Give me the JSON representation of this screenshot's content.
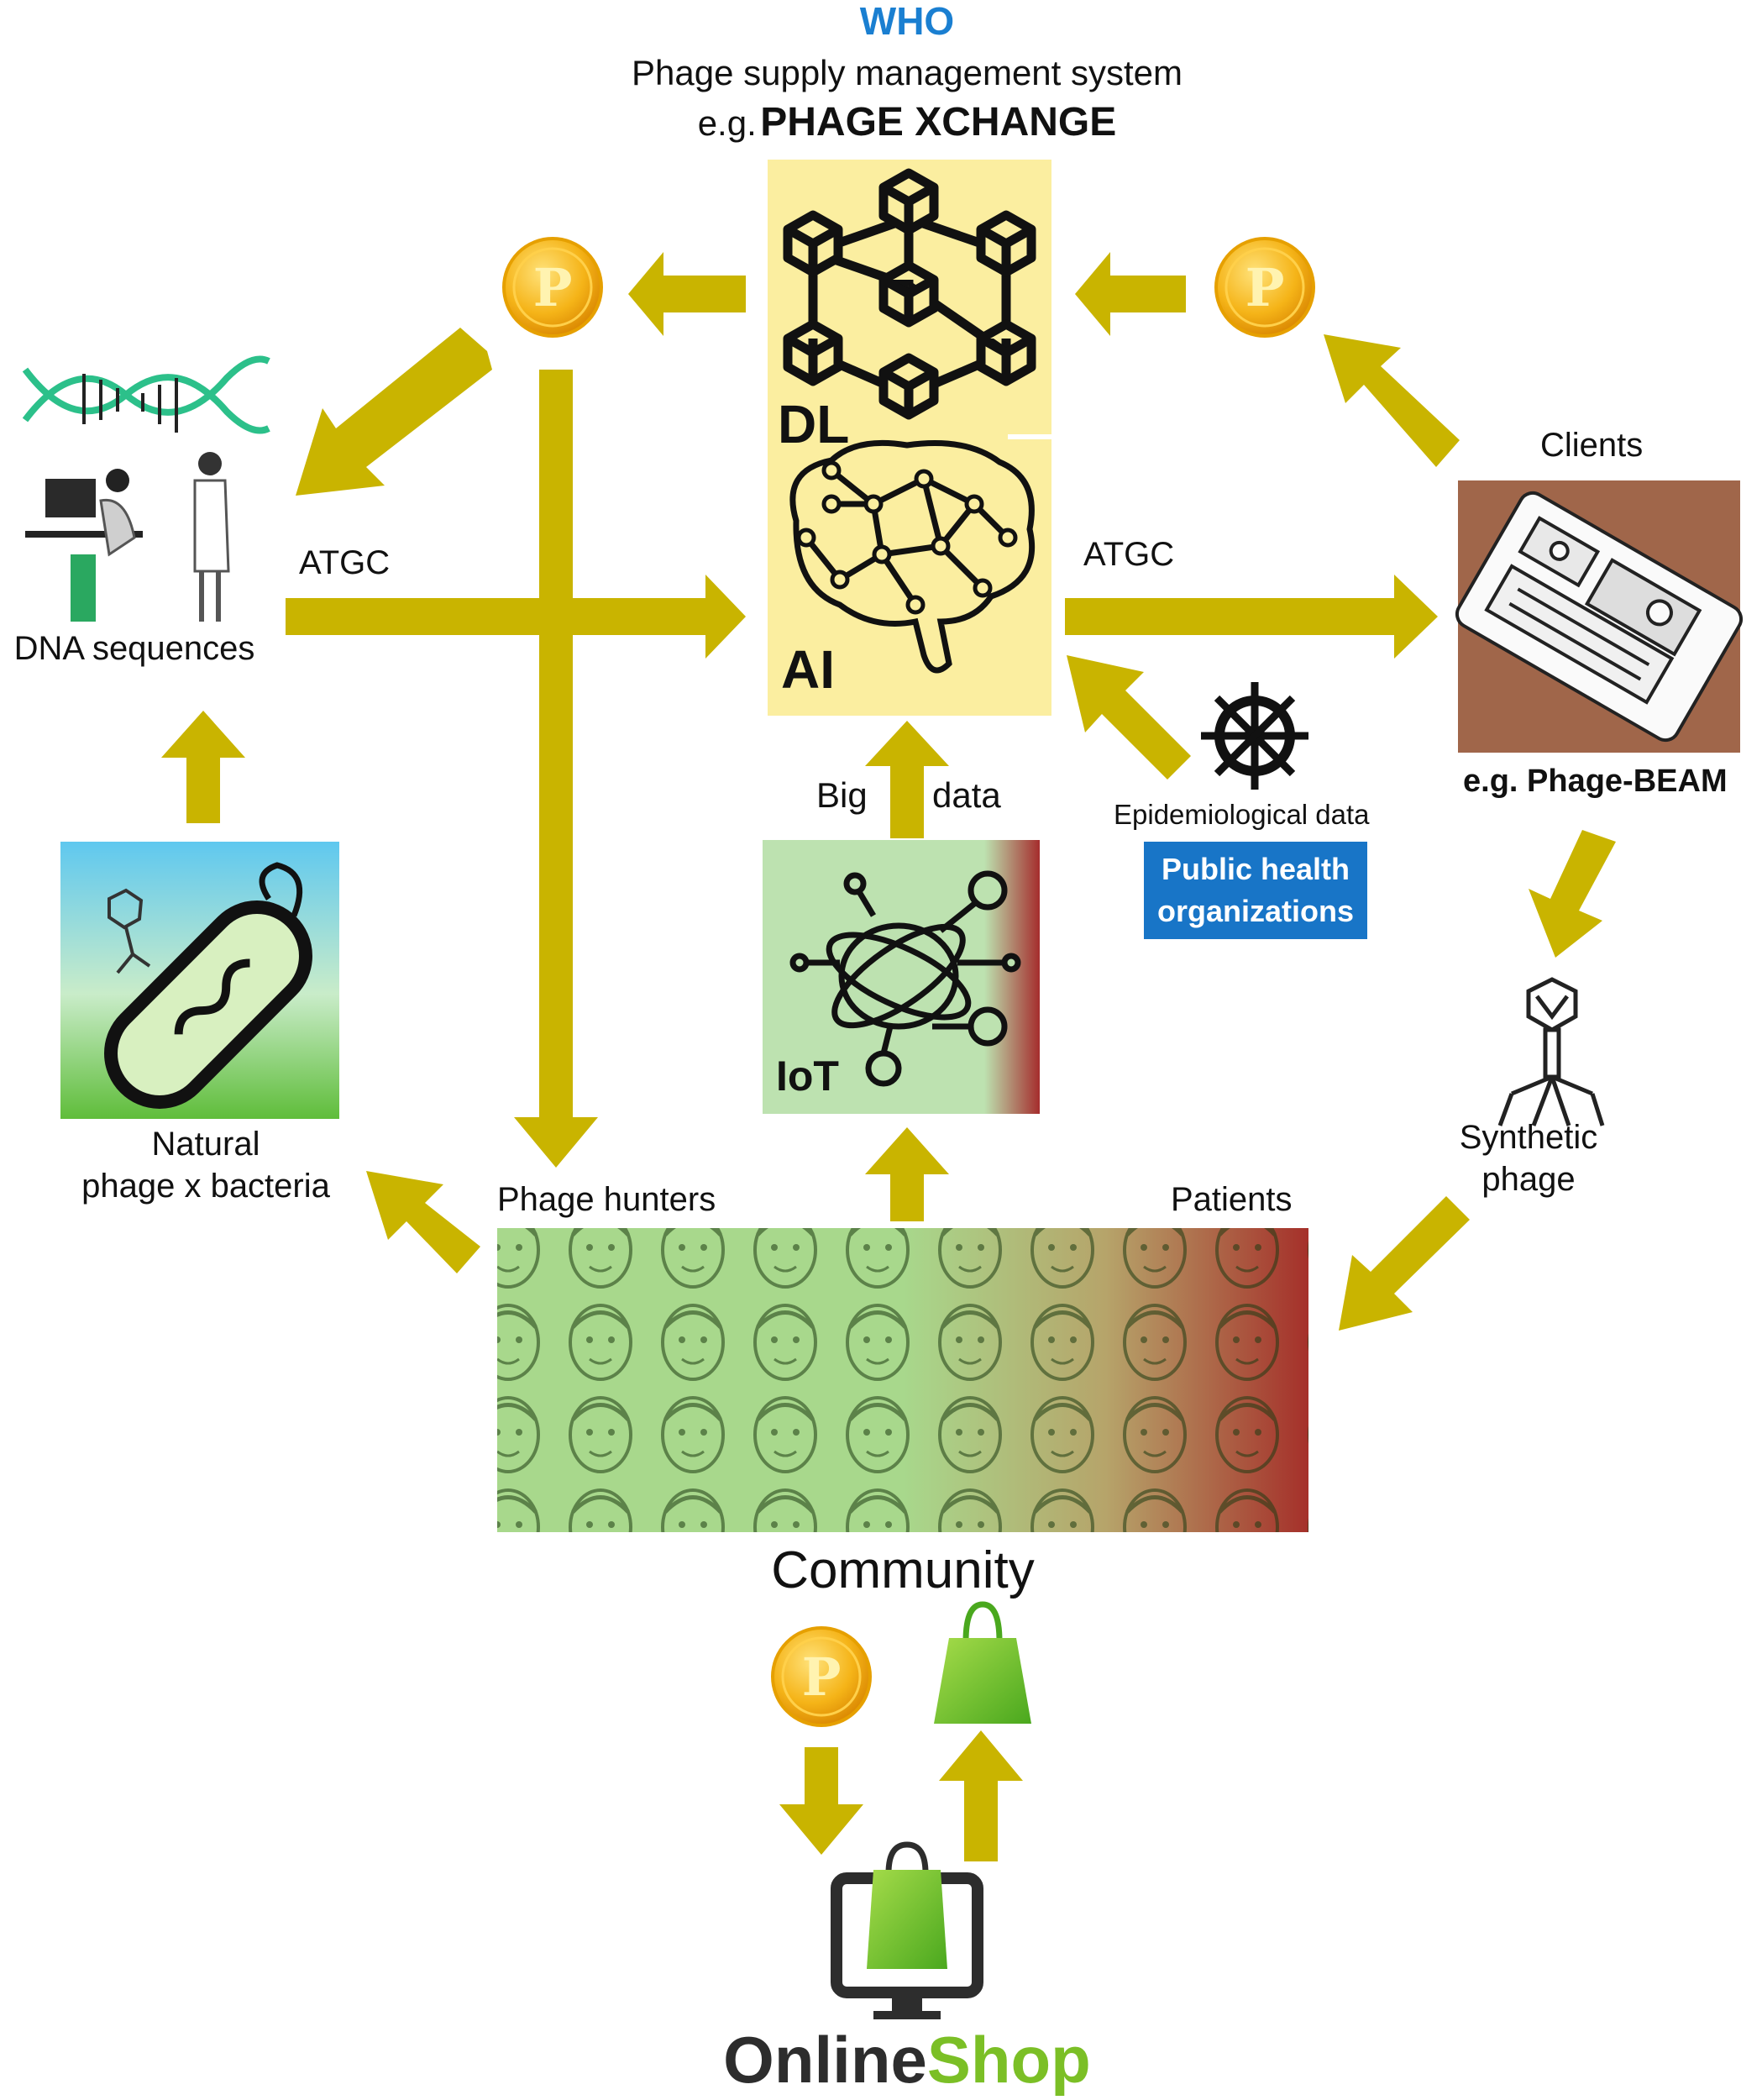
{
  "header": {
    "org": "WHO",
    "system_line": "Phage supply management system",
    "example_prefix": "e.g.",
    "example_name": "PHAGE XCHANGE"
  },
  "center": {
    "dl_label": "DL",
    "ai_label": "AI",
    "iot_label": "IoT",
    "big_data_left": "Big",
    "big_data_right": "data"
  },
  "left": {
    "dna_label": "DNA sequences",
    "atgc": "ATGC",
    "natural_line1": "Natural",
    "natural_line2": "phage x bacteria"
  },
  "right": {
    "atgc": "ATGC",
    "clients": "Clients",
    "device_label": "e.g. Phage-BEAM",
    "synthetic_line1": "Synthetic",
    "synthetic_line2": "phage"
  },
  "public_health": {
    "epi_label": "Epidemiological data",
    "badge_line1": "Public health",
    "badge_line2": "organizations"
  },
  "community": {
    "phage_hunters": "Phage hunters",
    "patients": "Patients",
    "title": "Community"
  },
  "shop": {
    "word1": "Online",
    "word2": "Shop"
  },
  "token_symbol": "P",
  "colors": {
    "arrow": "#c9b400",
    "dl_ai_panel": "#fbeea0",
    "who_blue": "#1a7fd1",
    "badge_blue": "#1875c7",
    "device_bg": "#a0664a",
    "community_green": "#a6d68a",
    "community_red": "#a33a2c",
    "shop_green": "#7bbf26"
  }
}
